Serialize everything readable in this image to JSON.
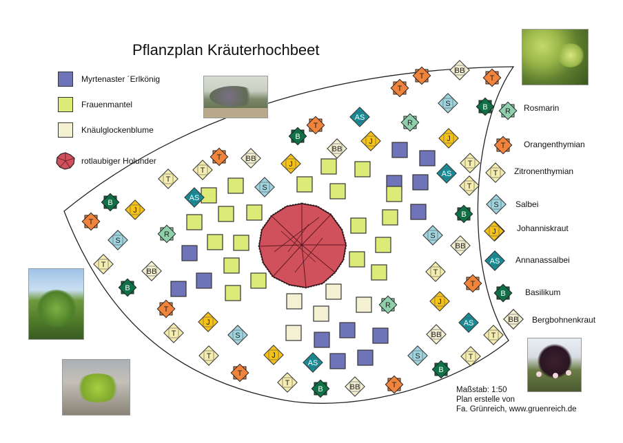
{
  "title": "Pflanzplan  Kräuterhochbeet",
  "legend": [
    {
      "label": "Myrtenaster ´Erlkönig",
      "color": "#6f74b8"
    },
    {
      "label": "Frauenmantel",
      "color": "#dceb78"
    },
    {
      "label": "Knäulglockenblume",
      "color": "#f4f0d2"
    },
    {
      "label": "rotlaubiger Holunder",
      "color": "#d0505c"
    }
  ],
  "herb_key": [
    {
      "code": "R",
      "label": "Rosmarin",
      "color": "#8fcfab"
    },
    {
      "code": "T",
      "label": "Orangenthymian",
      "color": "#f0843d"
    },
    {
      "code": "T",
      "label": "Zitronenthymian",
      "color": "#f5ecb0"
    },
    {
      "code": "S",
      "label": "Salbei",
      "color": "#9fd3de"
    },
    {
      "code": "J",
      "label": "Johanniskraut",
      "color": "#f5c21a"
    },
    {
      "code": "AS",
      "label": "Annanassalbei",
      "color": "#168c97"
    },
    {
      "code": "B",
      "label": "Basilikum",
      "color": "#0f6f45"
    },
    {
      "code": "BB",
      "label": "Bergbohnenkraut",
      "color": "#f4f0d2"
    }
  ],
  "credit": {
    "scale": "Maßstab: 1:50",
    "line2": "Plan erstelle von",
    "line3": "Fa. Grünreich, www.gruenreich.de"
  },
  "photos": [
    "salbei-photo",
    "frauenmantel-photo",
    "holunder-photo",
    "thymian-photo",
    "holunder-bluete-photo"
  ]
}
